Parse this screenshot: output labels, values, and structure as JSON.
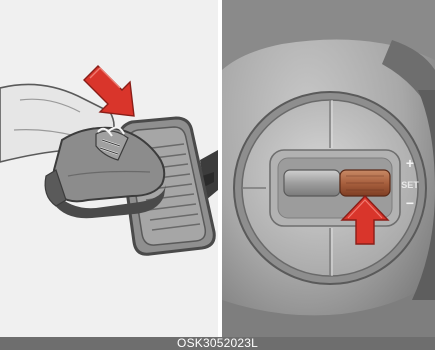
{
  "figure": {
    "caption": "OSK3052023L",
    "accent_color": "#d9352b",
    "left_panel": {
      "subject": "foot pressing pedal",
      "icon": "press-down-arrow-icon"
    },
    "right_panel": {
      "subject": "steering wheel switch",
      "icon": "press-up-arrow-icon",
      "switch_labels": {
        "plus": "+",
        "set": "SET",
        "minus": "−"
      }
    }
  }
}
